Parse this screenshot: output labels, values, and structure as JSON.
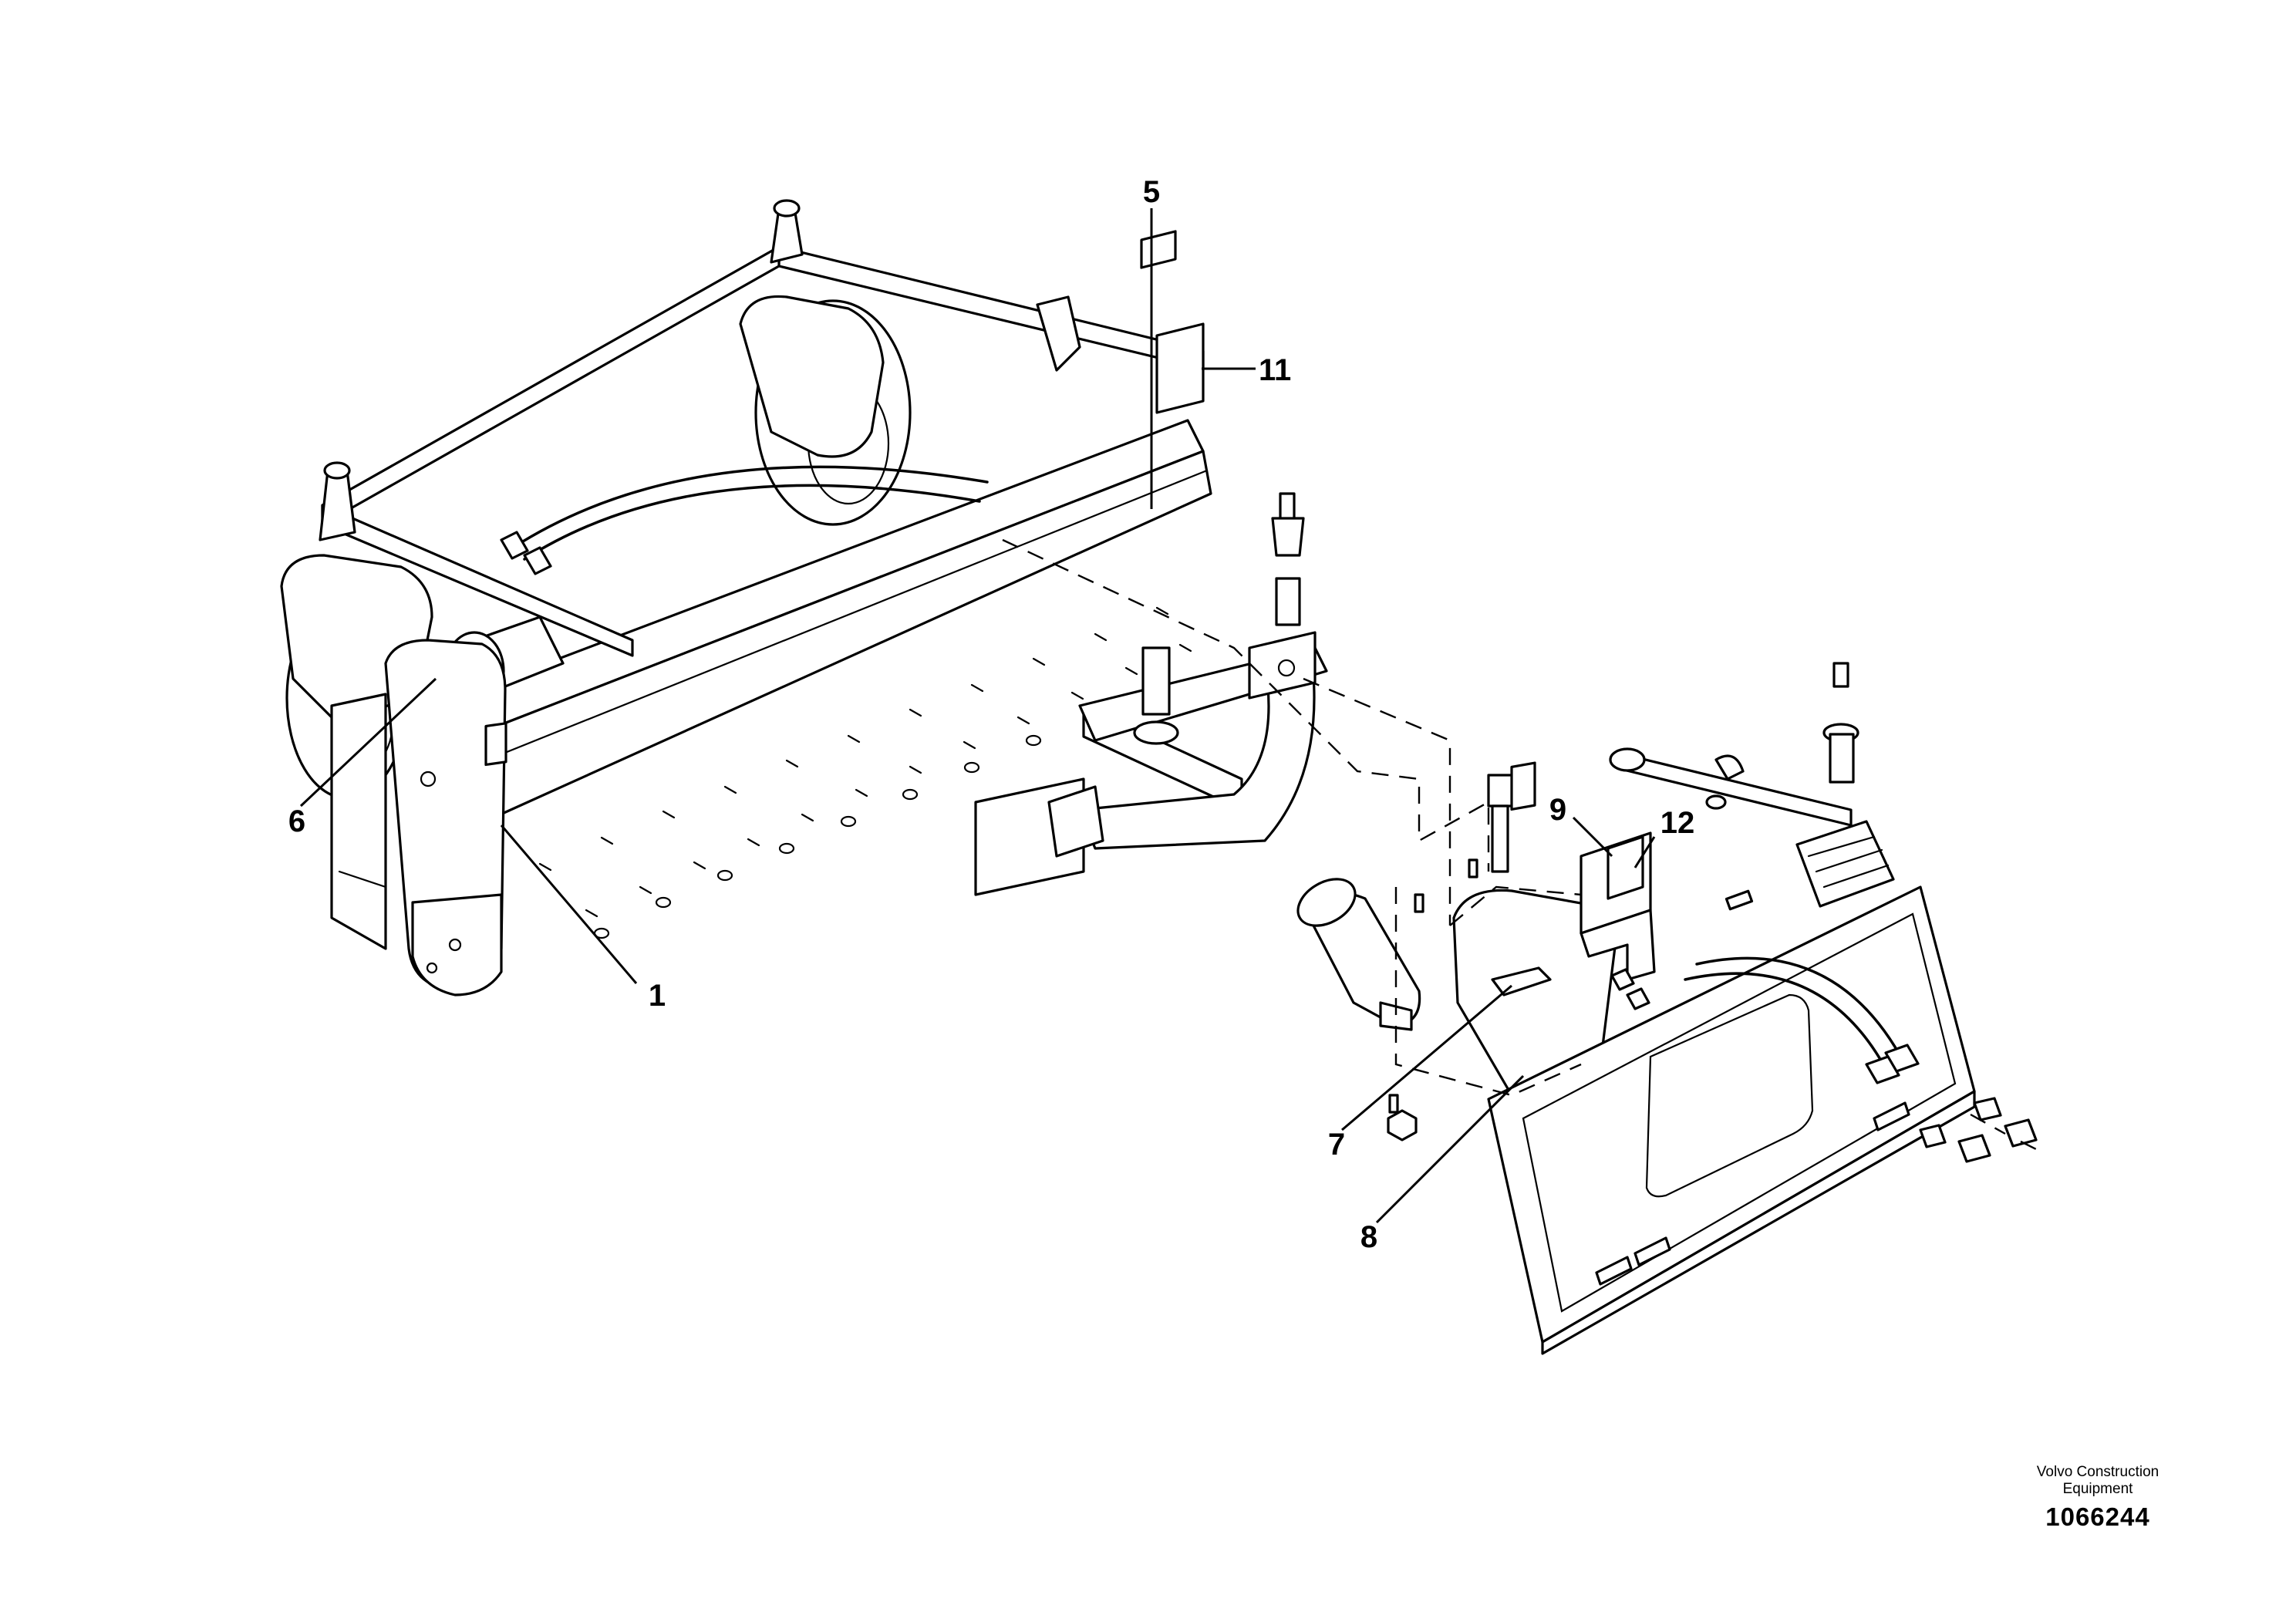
{
  "callouts": [
    {
      "id": "5",
      "label": "5"
    },
    {
      "id": "11",
      "label": "11"
    },
    {
      "id": "6",
      "label": "6"
    },
    {
      "id": "1",
      "label": "1"
    },
    {
      "id": "9",
      "label": "9"
    },
    {
      "id": "12",
      "label": "12"
    },
    {
      "id": "7",
      "label": "7"
    },
    {
      "id": "8",
      "label": "8"
    }
  ],
  "footer": {
    "maker_line1": "Volvo Construction",
    "maker_line2": "Equipment",
    "doc_number": "1066244"
  }
}
